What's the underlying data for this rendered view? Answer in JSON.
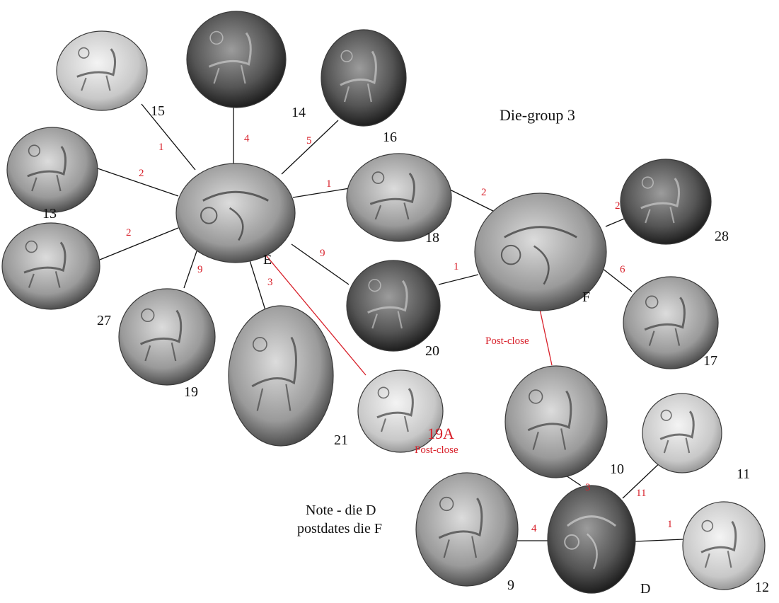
{
  "title": "Die-group 3",
  "note": [
    "Note - die D",
    "postdates die F"
  ],
  "colors": {
    "ink": "#111111",
    "accent": "#d8202a",
    "coin_light": "#d9d9d9",
    "coin_dark": "#2a2a2a"
  },
  "dies": [
    {
      "id": "E",
      "label": "E"
    },
    {
      "id": "F",
      "label": "F"
    },
    {
      "id": "D",
      "label": "D"
    }
  ],
  "coins": [
    {
      "id": "15",
      "label": "15"
    },
    {
      "id": "14",
      "label": "14"
    },
    {
      "id": "16",
      "label": "16"
    },
    {
      "id": "13",
      "label": "13"
    },
    {
      "id": "18",
      "label": "18"
    },
    {
      "id": "28",
      "label": "28"
    },
    {
      "id": "27",
      "label": "27"
    },
    {
      "id": "19",
      "label": "19"
    },
    {
      "id": "21",
      "label": "21"
    },
    {
      "id": "20",
      "label": "20"
    },
    {
      "id": "17",
      "label": "17"
    },
    {
      "id": "19A",
      "label": "19A",
      "sublabel": "Post-close"
    },
    {
      "id": "10",
      "label": "10"
    },
    {
      "id": "11",
      "label": "11"
    },
    {
      "id": "9",
      "label": "9"
    },
    {
      "id": "12",
      "label": "12"
    }
  ],
  "links": [
    {
      "from": "E",
      "to": "15",
      "count": "1"
    },
    {
      "from": "E",
      "to": "14",
      "count": "4"
    },
    {
      "from": "E",
      "to": "16",
      "count": "5"
    },
    {
      "from": "E",
      "to": "13",
      "count": "2"
    },
    {
      "from": "E",
      "to": "18",
      "count": "1"
    },
    {
      "from": "E",
      "to": "27",
      "count": "2"
    },
    {
      "from": "E",
      "to": "19",
      "count": "9"
    },
    {
      "from": "E",
      "to": "21",
      "count": "3"
    },
    {
      "from": "E",
      "to": "20",
      "count": "9"
    },
    {
      "from": "E",
      "to": "19A",
      "count": ""
    },
    {
      "from": "F",
      "to": "18",
      "count": "2"
    },
    {
      "from": "F",
      "to": "20",
      "count": "1"
    },
    {
      "from": "F",
      "to": "28",
      "count": "2"
    },
    {
      "from": "F",
      "to": "17",
      "count": "6"
    },
    {
      "from": "F",
      "to": "10",
      "count": "",
      "label": "Post-close"
    },
    {
      "from": "D",
      "to": "10",
      "count": "3"
    },
    {
      "from": "D",
      "to": "11",
      "count": "11"
    },
    {
      "from": "D",
      "to": "9",
      "count": "4"
    },
    {
      "from": "D",
      "to": "12",
      "count": "1"
    }
  ]
}
